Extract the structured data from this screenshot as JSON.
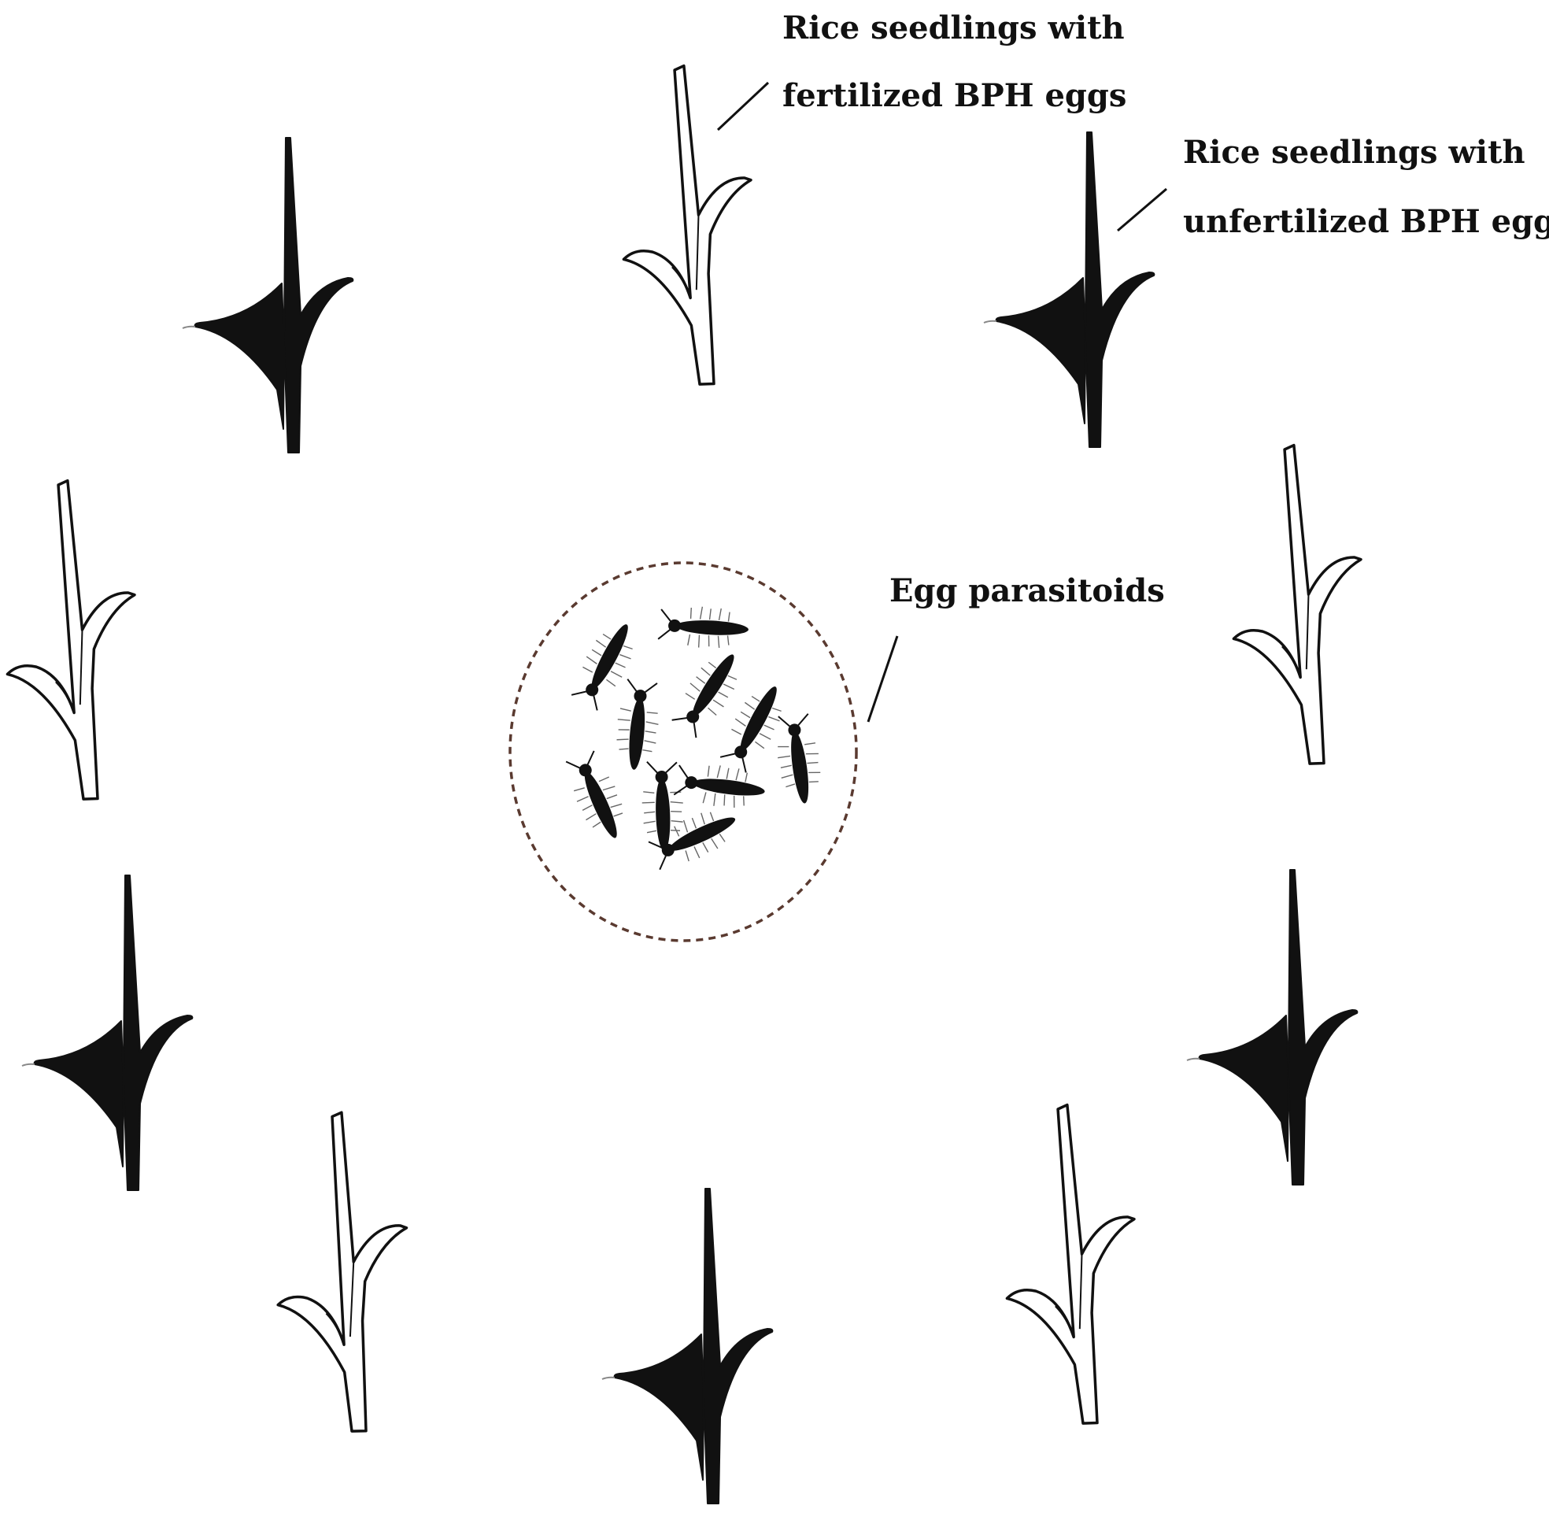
{
  "labels": {
    "fertilized_line1": "Rice seedlings with",
    "fertilized_line2": "fertilized BPH eggs",
    "unfertilized_line1": "Rice seedlings with",
    "unfertilized_line2": "unfertilized BPH eggs",
    "parasitoids": "Egg parasitoids"
  },
  "seedlings": [
    {
      "id": "seedling-fertilized-top",
      "type": "fertilized"
    },
    {
      "id": "seedling-unfertilized-top-left",
      "type": "unfertilized"
    },
    {
      "id": "seedling-unfertilized-top-right",
      "type": "unfertilized"
    },
    {
      "id": "seedling-fertilized-left",
      "type": "fertilized"
    },
    {
      "id": "seedling-fertilized-right",
      "type": "fertilized"
    },
    {
      "id": "seedling-unfertilized-lower-left",
      "type": "unfertilized"
    },
    {
      "id": "seedling-unfertilized-lower-right",
      "type": "unfertilized"
    },
    {
      "id": "seedling-fertilized-bottom-left",
      "type": "fertilized"
    },
    {
      "id": "seedling-fertilized-bottom-right",
      "type": "fertilized"
    },
    {
      "id": "seedling-unfertilized-bottom",
      "type": "unfertilized"
    }
  ],
  "colors": {
    "unfertilized_fill": "#111111",
    "fertilized_fill": "#ffffff",
    "outline": "#111111",
    "release_circle": "#5a3a30"
  }
}
